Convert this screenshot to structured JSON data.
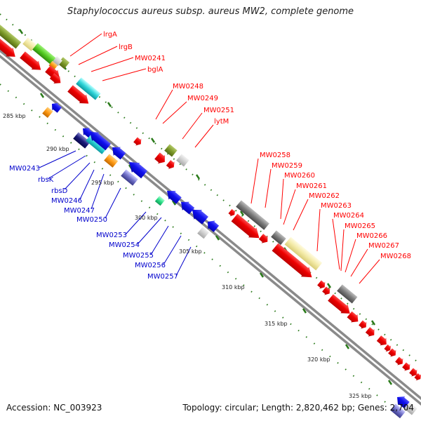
{
  "title": "Staphylococcus aureus subsp. aureus MW2, complete genome",
  "footer": {
    "accession": "Accession: NC_003923",
    "summary": "Topology: circular; Length: 2,820,462 bp; Genes: 2,704"
  },
  "colors": {
    "forward_label": "#ff0000",
    "reverse_label": "#0000cc",
    "backbone": "#888888",
    "tick": "#2a7a1a"
  },
  "kbp_ticks": [
    "285 kbp",
    "290 kbp",
    "295 kbp",
    "300 kbp",
    "305 kbp",
    "310 kbp",
    "315 kbp",
    "320 kbp",
    "325 kbp"
  ],
  "forward_labels": [
    "lrgA",
    "lrgB",
    "MW0241",
    "bglA",
    "MW0248",
    "MW0249",
    "MW0251",
    "lytM",
    "MW0258",
    "MW0259",
    "MW0260",
    "MW0261",
    "MW0262",
    "MW0263",
    "MW0264",
    "MW0265",
    "MW0266",
    "MW0267",
    "MW0268"
  ],
  "reverse_labels": [
    "MW0243",
    "rbsK",
    "rbsD",
    "MW0246",
    "MW0247",
    "MW0250",
    "MW0253",
    "MW0254",
    "MW0255",
    "MW0256",
    "MW0257"
  ]
}
